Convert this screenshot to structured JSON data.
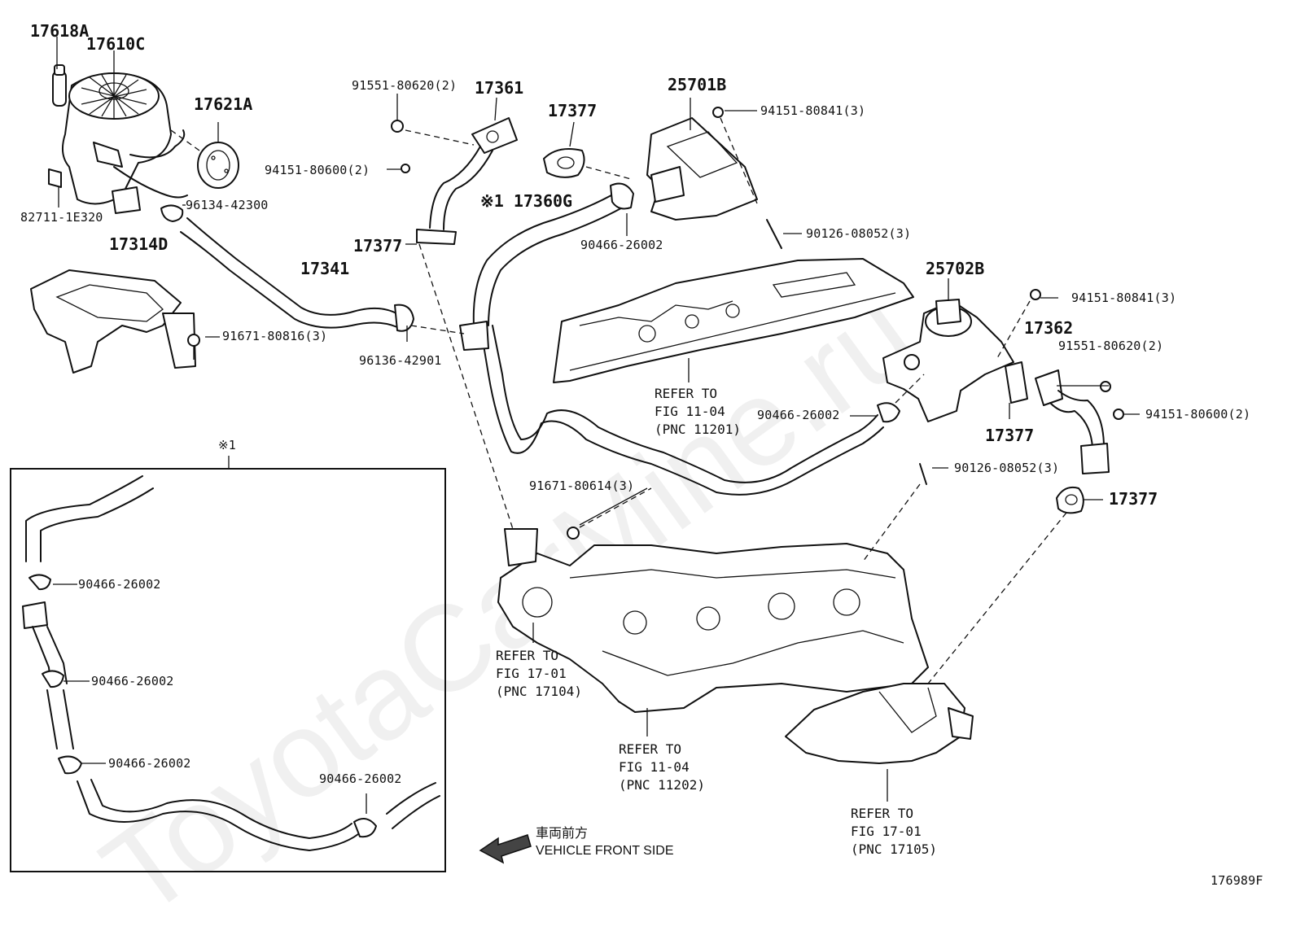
{
  "watermark": "ToyotaCarMine.ru",
  "labels": {
    "p17618A": "17618A",
    "p17610C": "17610C",
    "p17621A": "17621A",
    "p82711": "82711-1E320",
    "p96134": "96134-42300",
    "p17314D": "17314D",
    "p17341": "17341",
    "p91671_808": "91671-80816(3)",
    "p96136": "96136-42901",
    "p91551_top": "91551-80620(2)",
    "p17361": "17361",
    "p94151_600_top": "94151-80600(2)",
    "p17377_a": "17377",
    "p17377_b": "17377",
    "p17360G": "※1 17360G",
    "p90466_top": "90466-26002",
    "p25701B": "25701B",
    "p94151_841_top": "94151-80841(3)",
    "p90126_top": "90126-08052(3)",
    "p25702B": "25702B",
    "p94151_841_right": "94151-80841(3)",
    "p17362": "17362",
    "p91551_right": "91551-80620(2)",
    "p90466_mid": "90466-26002",
    "p17377_c": "17377",
    "p94151_600_right": "94151-80600(2)",
    "p90126_mid": "90126-08052(3)",
    "p17377_d": "17377",
    "p91671_806": "91671-80614(3)",
    "note_mark": "※1",
    "inset_a": "90466-26002",
    "inset_b": "90466-26002",
    "inset_c": "90466-26002",
    "inset_d": "90466-26002",
    "fig_id": "176989F"
  },
  "references": {
    "ref_11201": "REFER TO\nFIG 11-04\n(PNC 11201)",
    "ref_17104": "REFER TO\nFIG 17-01\n(PNC 17104)",
    "ref_11202": "REFER TO\nFIG 11-04\n(PNC 11202)",
    "ref_17105": "REFER TO\nFIG 17-01\n(PNC 17105)"
  },
  "front": {
    "jp": "車両前方",
    "en": "VEHICLE FRONT SIDE"
  }
}
